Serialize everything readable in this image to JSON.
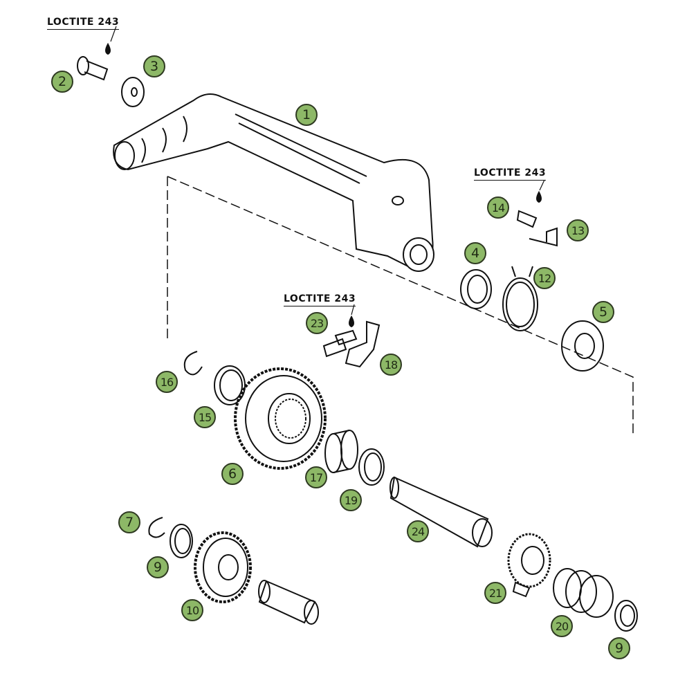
{
  "loctite_labels": [
    "LOCTITE 243",
    "LOCTITE 243",
    "LOCTITE 243"
  ],
  "callouts": [
    "1",
    "2",
    "3",
    "4",
    "5",
    "6",
    "7",
    "9",
    "9",
    "10",
    "12",
    "13",
    "14",
    "15",
    "16",
    "17",
    "18",
    "19",
    "20",
    "21",
    "23",
    "24"
  ],
  "colors": {
    "callout_fill": "#8db867",
    "callout_border": "#2f3a22",
    "line": "#111111"
  }
}
